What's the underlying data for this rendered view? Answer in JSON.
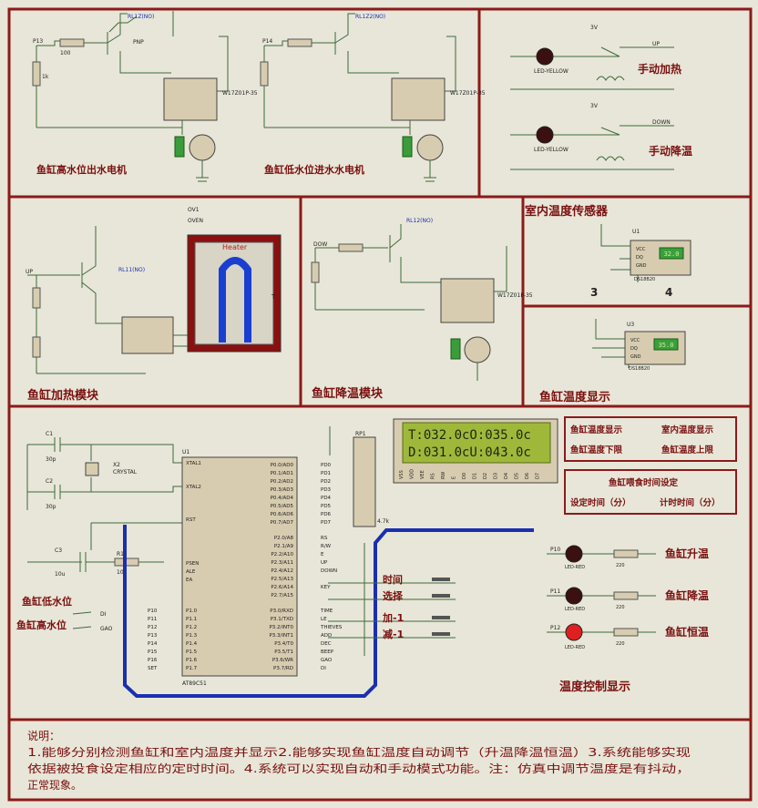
{
  "sections": {
    "motor_out": "鱼缸高水位出水电机",
    "motor_in": "鱼缸低水位进水水电机",
    "manual_heat": "手动加热",
    "manual_cool": "手动降温",
    "heat_module": "鱼缸加热模块",
    "cool_module": "鱼缸降温模块",
    "room_sensor": "室内温度传感器",
    "tank_display": "鱼缸温度显示",
    "temp_control": "温度控制显示"
  },
  "lcd": {
    "line1": "T:032.0cO:035.0c",
    "line2": "D:031.0cU:043.0c",
    "pins": [
      "VSS",
      "VDD",
      "VEE",
      "RS",
      "RW",
      "E",
      "D0",
      "D1",
      "D2",
      "D3",
      "D4",
      "D5",
      "D6",
      "D7"
    ]
  },
  "legend": {
    "a": "鱼缸温度显示",
    "b": "室内温度显示",
    "c": "鱼缸温度下限",
    "d": "鱼缸温度上限",
    "feed_title": "鱼缸喂食时间设定",
    "set_time": "设定时间（分）",
    "count_time": "计时时间（分）"
  },
  "buttons": {
    "time": "时间",
    "select": "选择",
    "plus": "加-1",
    "minus": "减-1"
  },
  "water": {
    "low": "鱼缸低水位",
    "high": "鱼缸高水位"
  },
  "leds": {
    "up": "鱼缸升温",
    "down": "鱼缸降温",
    "const": "鱼缸恒温"
  },
  "sensors": {
    "s1": "32.0",
    "s2": "35.0",
    "n3": "3",
    "n4": "4",
    "u1": "U1",
    "u3": "U3",
    "part": "DS18B20",
    "vcc": "VCC",
    "dq": "DQ",
    "gnd": "GND"
  },
  "mcu": {
    "name": "U1",
    "part": "AT89C51",
    "left_top": [
      "XTAL1",
      "XTAL2",
      "RST"
    ],
    "left_mid": [
      "PSEN",
      "ALE",
      "EA"
    ],
    "p1": [
      "P1.0",
      "P1.1",
      "P1.2",
      "P1.3",
      "P1.4",
      "P1.5",
      "P1.6",
      "P1.7"
    ],
    "p0": [
      "P0.0/AD0",
      "P0.1/AD1",
      "P0.2/AD2",
      "P0.3/AD3",
      "P0.4/AD4",
      "P0.5/AD5",
      "P0.6/AD6",
      "P0.7/AD7"
    ],
    "p2": [
      "P2.0/A8",
      "P2.1/A9",
      "P2.2/A10",
      "P2.3/A11",
      "P2.4/A12",
      "P2.5/A13",
      "P2.6/A14",
      "P2.7/A15"
    ],
    "p3": [
      "P3.0/RXD",
      "P3.1/TXD",
      "P3.2/INT0",
      "P3.3/INT1",
      "P3.4/T0",
      "P3.5/T1",
      "P3.6/WR",
      "P3.7/RD"
    ],
    "p2_nets": [
      "RS",
      "R/W",
      "E",
      "UP",
      "DOWN",
      "",
      "KEY",
      ""
    ],
    "p3_nets": [
      "TIME",
      "LE",
      "THIEVES",
      "ADD",
      "DEC",
      "BEEP",
      "GAO",
      "DI"
    ],
    "p0_nets": [
      "PD0",
      "PD1",
      "PD2",
      "PD3",
      "PD4",
      "PD5",
      "PD6",
      "PD7"
    ],
    "p1_nets": [
      "P10",
      "P11",
      "P12",
      "P13",
      "P14",
      "P15",
      "P16",
      "SET"
    ]
  },
  "parts": {
    "crystal": "X2",
    "crystal_val": "CRYSTAL",
    "c1": "C1",
    "c2": "C2",
    "c3": "C3",
    "c_val": "30p",
    "c3_val": "10u",
    "r1": "R1",
    "r1_val": "10k",
    "rp1": "RP1",
    "rp_val": "4.7k",
    "heater": "Heater",
    "oven": "OV1",
    "oven2": "OVEN",
    "relay_a": "RL1Z(NO)",
    "relay_b": "RL1Z2(NO)",
    "relay_c": "RL11(NO)",
    "relay_d": "RL12(NO)",
    "relay_part": "W17Z01P-35",
    "pnp": "PNP",
    "res_100": "100",
    "res_1k": "1k",
    "res_220": "220",
    "led_part": "LED-RED",
    "led_y": "LED-YELLOW",
    "up": "UP",
    "down": "DOWN",
    "sw3v": "3V",
    "t_pin": "T",
    "p13": "P13",
    "p14": "P14",
    "dow": "DOW",
    "up_net": "UP",
    "p10": "P10",
    "p11": "P11",
    "p12": "P12",
    "di": "DI",
    "gao": "GAO"
  },
  "note": {
    "title": "说明：",
    "l1": "1.能够分别检测鱼缸和室内温度并显示2.能够实现鱼缸温度自动调节（升温降温恒温）3.系统能够实现",
    "l2": "依据被投食设定相应的定时时间。4.系统可以实现自动和手动模式功能。注：仿真中调节温度是有抖动，",
    "l3": "正常现象。"
  },
  "colors": {
    "frame": "#8b1a1a",
    "wire": "#3d6b3d",
    "bus": "#1a2fb0",
    "pinred": "#d82020",
    "pinblue": "#2040d0",
    "lcdbg": "#9fb83a",
    "textred": "#7a1010"
  }
}
